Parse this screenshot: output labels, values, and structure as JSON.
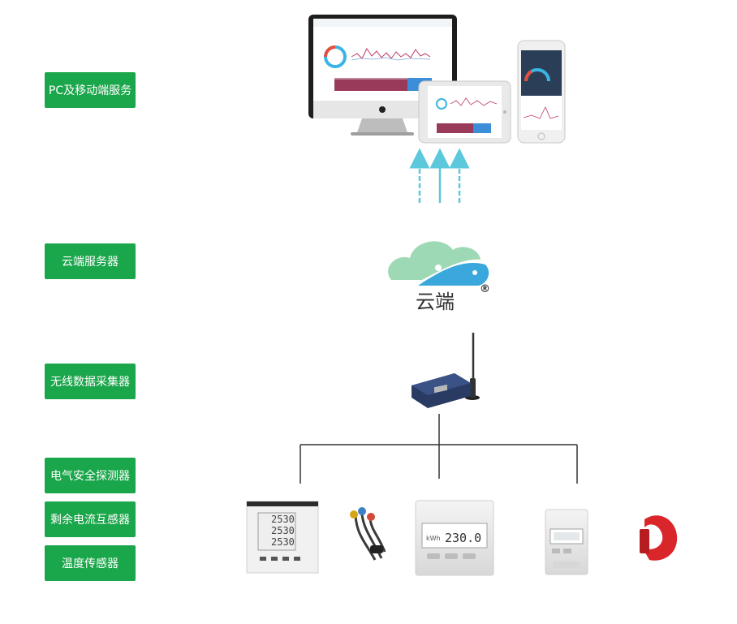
{
  "labels": {
    "pc_mobile": "PC及移动端服务",
    "cloud_server": "云端服务器",
    "wireless_collector": "无线数据采集器",
    "safety_detector": "电气安全探测器",
    "residual_ct": "剩余电流互感器",
    "temp_sensor": "温度传感器"
  },
  "cloud": {
    "name": "云端",
    "mark": "®"
  },
  "devices": {
    "panel_meter": {
      "line1": "2530",
      "line2": "2530",
      "line3": "2530"
    },
    "din_meter": {
      "unit": "kWh",
      "reading": "230.0"
    }
  },
  "colors": {
    "label_bg": "#1aa64a",
    "arrow": "#5bc8dc",
    "cloud_green": "#9ed9b5",
    "cloud_blue": "#3aa8dc"
  }
}
